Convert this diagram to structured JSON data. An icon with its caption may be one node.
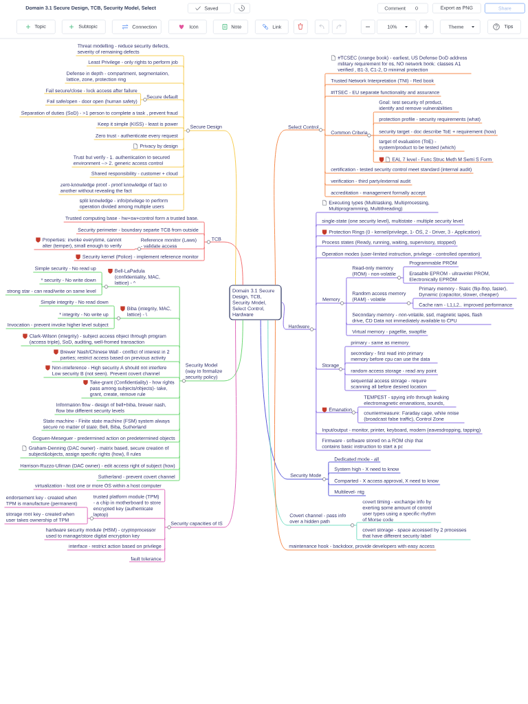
{
  "diagram": {
    "title": "Domain 3.1 Secure Design, TCB, Security Model, Select",
    "nodes": [
      {
        "text": [
          "Domain 3.1 Secure Design, TCB, Security Model, Select Control, Hardware"
        ]
      },
      {
        "text": [
          "Secure Design"
        ]
      },
      {
        "text": [
          "Threat modelling - reduce security defects, severity of remaining defects"
        ]
      },
      {
        "text": [
          "Least Privilege - only rights to perform job"
        ]
      },
      {
        "text": [
          "Defense in depth - compartment, segmentation, lattice, zone, protection ring"
        ]
      },
      {
        "text": [
          "Secure default"
        ]
      },
      {
        "text": [
          "Fail secure/close - lock access after failure"
        ]
      },
      {
        "text": [
          "Fail safe/open - door open (human safety)"
        ]
      },
      {
        "text": [
          "Separation of duties (SoD) - >1 person to complete a task , prevent fraud"
        ]
      },
      {
        "text": [
          "Keep it simple (KISS) - least is power"
        ]
      },
      {
        "text": [
          "Zero trust - authenticate every request"
        ]
      },
      {
        "text": [
          "Privacy by design"
        ]
      },
      {
        "text": [
          "Trust but verify - 1. authentication to secured environment --> 2. generic access control"
        ]
      },
      {
        "text": [
          "Shared responsibility - customer + cloud"
        ]
      },
      {
        "text": [
          "zero-knowledge proof - proof knowledge of fact to another without revealing the fact"
        ]
      },
      {
        "text": [
          "split knowledge - info/privilege to perform operation divided among multiple users"
        ]
      },
      {
        "text": [
          "TCB"
        ]
      },
      {
        "text": [
          "Trusted computing base - hw+sw+control form a trusted base."
        ]
      },
      {
        "text": [
          "Security perimeter - boundary separte TCB from outside"
        ]
      },
      {
        "text": [
          "Reference monitor (Laws) - validate access"
        ]
      },
      {
        "text": [
          "Properties: invoke everytime, cannot alter (temper), small enough to verify"
        ]
      },
      {
        "text": [
          "Security kernel (Police) - implement reference monitor"
        ]
      },
      {
        "text": [
          "Security Model (way to formalize security policy)"
        ]
      },
      {
        "text": [
          "Bell-LaPadula (confidentiality, MAC, lattice) - ^"
        ]
      },
      {
        "text": [
          "Simple security - No read up"
        ]
      },
      {
        "text": [
          "* security - No write down"
        ]
      },
      {
        "text": [
          "strong star - can read/write on same level"
        ]
      },
      {
        "text": [
          "Biba (integrity, MAC, lattice) - \\"
        ]
      },
      {
        "text": [
          "Simple integrity - No read down"
        ]
      },
      {
        "text": [
          "* integrity - No write up"
        ]
      },
      {
        "text": [
          "Invocation - prevent invoke higher level subject"
        ]
      },
      {
        "text": [
          "Clark-Wilson (integrity) - subject access object through program (access triple), SoD, auditing, well-fromed transaction"
        ]
      },
      {
        "text": [
          "Brewer Nash/Chinese Wall - conflict of interest in 2 parties; restrict access based on previous activity"
        ]
      },
      {
        "text": [
          "Non-inteference - High security A should not interfere Low security B (not seen). Prevent covert channel"
        ]
      },
      {
        "text": [
          "Take-grant (Confidentiality) - how rights pass among subjects/objects)- take, grant, create, remove rule"
        ]
      },
      {
        "text": [
          "Information flow - design of bell+biba, brewer nash, flow btw different security levels"
        ]
      },
      {
        "text": [
          "State machine - Finite state machine (FSM) system always secure no matter of state; Bell, Biba, Sutherland"
        ]
      },
      {
        "text": [
          "Goguen-Meseguer - predermined action on predetermined objects"
        ]
      },
      {
        "text": [
          "Graham-Denning (DAC owner) - matrix based, secure creation of subject&objects, assign specific rights (how), 8 rules"
        ]
      },
      {
        "text": [
          "Harrison-Ruzzo-Ullman (DAC owner) - edit access right of subject (how)"
        ]
      },
      {
        "text": [
          "Sutherland - prevent covert channel"
        ]
      },
      {
        "text": [
          "Security capacities of IS"
        ]
      },
      {
        "text": [
          "virtualization - host one or more OS within a host computer"
        ]
      },
      {
        "text": [
          "trusted platform module (TPM) - a chip in motherboard to store encrypted key (authenticate laptop)"
        ]
      },
      {
        "text": [
          "endorsement key - created when TPM is manufacture (permanent)"
        ]
      },
      {
        "text": [
          "storage root key - created when user takes ownership of TPM"
        ]
      },
      {
        "text": [
          "hardware security module (HSM) - cryptoprocessor used to manage/store digital encryption key"
        ]
      },
      {
        "text": [
          "interface - restrict action based on privilege"
        ]
      },
      {
        "text": [
          "fault tolerance"
        ]
      },
      {
        "text": [
          "Select Control"
        ]
      },
      {
        "text": [
          "#TCSEC (orange book) - earliest, US Defense DoD address military requirement for os, NO network book: classes A1 verified , B1-3, C1-2, D minimal protection"
        ]
      },
      {
        "text": [
          "Trusted Network Interpretation (TNI) - Red book"
        ]
      },
      {
        "text": [
          "#ITSEC - EU separate functionality and assurance"
        ]
      },
      {
        "text": [
          "Common Criteria"
        ]
      },
      {
        "text": [
          "Goal: test security of product, identify and remove vulnerabilities"
        ]
      },
      {
        "text": [
          "protection profile - security requirements (what)"
        ]
      },
      {
        "text": [
          "security target - doc describe ToE + requirement (how)"
        ]
      },
      {
        "text": [
          "target of evaluation (ToE) - system/product to be tested (which)"
        ]
      },
      {
        "text": [
          "EAL 7 level - Func Struc Meth M Semi S Form"
        ]
      },
      {
        "text": [
          "certification - tested security control meet standard (internal audit)"
        ]
      },
      {
        "text": [
          "verification - third party/external audit"
        ]
      },
      {
        "text": [
          "accreditation - management formally accept"
        ]
      },
      {
        "text": [
          "Hardware"
        ]
      },
      {
        "text": [
          "Executing types (Multitasking, Multiprocessing, Multiprogramming, Multithreading)"
        ]
      },
      {
        "text": [
          "single-state (one security level), multistate - multiple security level"
        ]
      },
      {
        "text": [
          "Protection Rings (0 - kernel/privilege, 1- OS, 2 - Driver, 3 - Application)"
        ]
      },
      {
        "text": [
          "Process states (Ready, running, waiting, supervisory, stopped)"
        ]
      },
      {
        "text": [
          "Operation modes (user-limited instruction, privilege - controlled operation)"
        ]
      },
      {
        "text": [
          "Memory"
        ]
      },
      {
        "text": [
          "Read-only memory (ROM) - non-volatile"
        ]
      },
      {
        "text": [
          "Programmable PROM"
        ]
      },
      {
        "text": [
          "Erasable EPROM - ultraviolet PROM, Electronically EPROM"
        ]
      },
      {
        "text": [
          "Random access memory (RAM) - volatile"
        ]
      },
      {
        "text": [
          "Primary memory - Static (flip-flop, faster), Dynamic (capacitor, slower, cheaper)"
        ]
      },
      {
        "text": [
          "Cache ram - L1,L2.. improved performance"
        ]
      },
      {
        "text": [
          "Secondary memory - non-volatile, ssd, magnetic tapes, flash drive, CD Data not immediately available to CPU"
        ]
      },
      {
        "text": [
          "Virtual memory - pagefile, swapfile"
        ]
      },
      {
        "text": [
          "Storage"
        ]
      },
      {
        "text": [
          "primary - same as memory"
        ]
      },
      {
        "text": [
          "secondary - first read into primary memory before cpu can use the data"
        ]
      },
      {
        "text": [
          "random access storage - read any point"
        ]
      },
      {
        "text": [
          "sequential access storage - require scanning all before desired location"
        ]
      },
      {
        "text": [
          "Emanation"
        ]
      },
      {
        "text": [
          "TEMPEST - spying info through leaking electromagnetic emanations, sounds,"
        ]
      },
      {
        "text": [
          "countermeasure: Faraday cage, white noise (broadcast false traffic), Control Zone"
        ]
      },
      {
        "text": [
          "Input/output - monitor, printer, keyboard, modem (eavesdropping, tapping)"
        ]
      },
      {
        "text": [
          "Firmware - software stored on a ROM chip that contains basic instruction to start a pc"
        ]
      },
      {
        "text": [
          "Security Mode"
        ]
      },
      {
        "text": [
          "Dedicated mode - all"
        ]
      },
      {
        "text": [
          "System high - X need to know"
        ]
      },
      {
        "text": [
          "Comparted - X access approval, X need to know"
        ]
      },
      {
        "text": [
          "Multilevel- ntg"
        ]
      },
      {
        "text": [
          "Covert channel - pass info over a hidden path"
        ]
      },
      {
        "text": [
          "covert timing - exchange info by exerting some amount of control user types using a specific rhythm of Morse code"
        ]
      },
      {
        "text": [
          "covert storage - space accessed by 2 processes that have different security label"
        ]
      },
      {
        "text": [
          "maintenance hook - backdoor, provide developers with easy access"
        ]
      }
    ],
    "edges": [
      {
        "from": 0,
        "to": 1,
        "arrow": "none",
        "color": "#f6c945"
      },
      {
        "from": 1,
        "to": 2,
        "arrow": "none",
        "color": "#f6c945"
      },
      {
        "from": 1,
        "to": 3,
        "arrow": "none",
        "color": "#f6c945"
      },
      {
        "from": 1,
        "to": 4,
        "arrow": "none",
        "color": "#f6c945"
      },
      {
        "from": 1,
        "to": 5,
        "arrow": "none",
        "color": "#f6c945"
      },
      {
        "from": 5,
        "to": 6,
        "arrow": "none",
        "color": "#f6c945"
      },
      {
        "from": 5,
        "to": 7,
        "arrow": "none",
        "color": "#f6c945"
      },
      {
        "from": 1,
        "to": 8,
        "arrow": "none",
        "color": "#f6c945"
      },
      {
        "from": 1,
        "to": 9,
        "arrow": "none",
        "color": "#f6c945"
      },
      {
        "from": 1,
        "to": 10,
        "arrow": "none",
        "color": "#f6c945"
      },
      {
        "from": 1,
        "to": 11,
        "arrow": "none",
        "color": "#f6c945"
      },
      {
        "from": 1,
        "to": 12,
        "arrow": "none",
        "color": "#f6c945"
      },
      {
        "from": 1,
        "to": 13,
        "arrow": "none",
        "color": "#f6c945"
      },
      {
        "from": 1,
        "to": 14,
        "arrow": "none",
        "color": "#f6c945"
      },
      {
        "from": 1,
        "to": 15,
        "arrow": "none",
        "color": "#f6c945"
      },
      {
        "from": 0,
        "to": 16,
        "arrow": "none",
        "color": "#f26464"
      },
      {
        "from": 16,
        "to": 17,
        "arrow": "none",
        "color": "#f26464"
      },
      {
        "from": 16,
        "to": 18,
        "arrow": "none",
        "color": "#f26464"
      },
      {
        "from": 16,
        "to": 19,
        "arrow": "none",
        "color": "#f26464"
      },
      {
        "from": 19,
        "to": 20,
        "arrow": "none",
        "color": "#f26464"
      },
      {
        "from": 16,
        "to": 21,
        "arrow": "none",
        "color": "#f26464"
      },
      {
        "from": 0,
        "to": 22,
        "arrow": "none",
        "color": "#5fd466"
      },
      {
        "from": 22,
        "to": 23,
        "arrow": "none",
        "color": "#5fd466"
      },
      {
        "from": 23,
        "to": 24,
        "arrow": "none",
        "color": "#5fd466"
      },
      {
        "from": 23,
        "to": 25,
        "arrow": "none",
        "color": "#5fd466"
      },
      {
        "from": 23,
        "to": 26,
        "arrow": "none",
        "color": "#5fd466"
      },
      {
        "from": 22,
        "to": 27,
        "arrow": "none",
        "color": "#5fd466"
      },
      {
        "from": 27,
        "to": 28,
        "arrow": "none",
        "color": "#5fd466"
      },
      {
        "from": 27,
        "to": 29,
        "arrow": "none",
        "color": "#5fd466"
      },
      {
        "from": 27,
        "to": 30,
        "arrow": "none",
        "color": "#5fd466"
      },
      {
        "from": 22,
        "to": 31,
        "arrow": "none",
        "color": "#5fd466"
      },
      {
        "from": 22,
        "to": 32,
        "arrow": "none",
        "color": "#5fd466"
      },
      {
        "from": 22,
        "to": 33,
        "arrow": "none",
        "color": "#5fd466"
      },
      {
        "from": 22,
        "to": 34,
        "arrow": "none",
        "color": "#5fd466"
      },
      {
        "from": 22,
        "to": 35,
        "arrow": "none",
        "color": "#5fd466"
      },
      {
        "from": 22,
        "to": 36,
        "arrow": "none",
        "color": "#5fd466"
      },
      {
        "from": 22,
        "to": 37,
        "arrow": "none",
        "color": "#5fd466"
      },
      {
        "from": 22,
        "to": 38,
        "arrow": "none",
        "color": "#5fd466"
      },
      {
        "from": 22,
        "to": 39,
        "arrow": "none",
        "color": "#5fd466"
      },
      {
        "from": 22,
        "to": 40,
        "arrow": "none",
        "color": "#5fd466"
      },
      {
        "from": 0,
        "to": 41,
        "arrow": "none",
        "color": "#dd5cb4"
      },
      {
        "from": 41,
        "to": 42,
        "arrow": "none",
        "color": "#dd5cb4"
      },
      {
        "from": 41,
        "to": 43,
        "arrow": "none",
        "color": "#dd5cb4"
      },
      {
        "from": 43,
        "to": 44,
        "arrow": "none",
        "color": "#dd5cb4"
      },
      {
        "from": 43,
        "to": 45,
        "arrow": "none",
        "color": "#dd5cb4"
      },
      {
        "from": 41,
        "to": 46,
        "arrow": "none",
        "color": "#dd5cb4"
      },
      {
        "from": 41,
        "to": 47,
        "arrow": "none",
        "color": "#dd5cb4"
      },
      {
        "from": 41,
        "to": 48,
        "arrow": "none",
        "color": "#dd5cb4"
      },
      {
        "from": 0,
        "to": 49,
        "arrow": "none",
        "color": "#f4823f"
      },
      {
        "from": 49,
        "to": 50,
        "arrow": "none",
        "color": "#f4823f"
      },
      {
        "from": 49,
        "to": 51,
        "arrow": "none",
        "color": "#f4823f"
      },
      {
        "from": 49,
        "to": 52,
        "arrow": "none",
        "color": "#f4823f"
      },
      {
        "from": 49,
        "to": 53,
        "arrow": "none",
        "color": "#f4823f"
      },
      {
        "from": 53,
        "to": 54,
        "arrow": "none",
        "color": "#f4823f"
      },
      {
        "from": 53,
        "to": 55,
        "arrow": "none",
        "color": "#f4823f"
      },
      {
        "from": 53,
        "to": 56,
        "arrow": "none",
        "color": "#f4823f"
      },
      {
        "from": 53,
        "to": 57,
        "arrow": "none",
        "color": "#f4823f"
      },
      {
        "from": 53,
        "to": 58,
        "arrow": "none",
        "color": "#f4823f"
      },
      {
        "from": 49,
        "to": 59,
        "arrow": "none",
        "color": "#f4823f"
      },
      {
        "from": 49,
        "to": 60,
        "arrow": "none",
        "color": "#f4823f"
      },
      {
        "from": 49,
        "to": 61,
        "arrow": "none",
        "color": "#f4823f"
      },
      {
        "from": 0,
        "to": 62,
        "arrow": "none"
      },
      {
        "from": 62,
        "to": 63,
        "arrow": "none"
      },
      {
        "from": 62,
        "to": 64,
        "arrow": "none"
      },
      {
        "from": 62,
        "to": 65,
        "arrow": "none"
      },
      {
        "from": 62,
        "to": 66,
        "arrow": "none"
      },
      {
        "from": 62,
        "to": 67,
        "arrow": "none"
      },
      {
        "from": 62,
        "to": 68,
        "arrow": "none"
      },
      {
        "from": 68,
        "to": 69,
        "arrow": "none"
      },
      {
        "from": 69,
        "to": 70,
        "arrow": "none"
      },
      {
        "from": 69,
        "to": 71,
        "arrow": "none"
      },
      {
        "from": 68,
        "to": 72,
        "arrow": "none"
      },
      {
        "from": 72,
        "to": 73,
        "arrow": "none"
      },
      {
        "from": 72,
        "to": 74,
        "arrow": "none"
      },
      {
        "from": 68,
        "to": 75,
        "arrow": "none"
      },
      {
        "from": 68,
        "to": 76,
        "arrow": "none"
      },
      {
        "from": 62,
        "to": 77,
        "arrow": "none"
      },
      {
        "from": 77,
        "to": 78,
        "arrow": "none"
      },
      {
        "from": 77,
        "to": 79,
        "arrow": "none"
      },
      {
        "from": 77,
        "to": 80,
        "arrow": "none"
      },
      {
        "from": 77,
        "to": 81,
        "arrow": "none"
      },
      {
        "from": 62,
        "to": 82,
        "arrow": "none"
      },
      {
        "from": 82,
        "to": 83,
        "arrow": "none"
      },
      {
        "from": 82,
        "to": 84,
        "arrow": "none"
      },
      {
        "from": 62,
        "to": 85,
        "arrow": "none"
      },
      {
        "from": 62,
        "to": 86,
        "arrow": "none"
      },
      {
        "from": 0,
        "to": 87,
        "arrow": "none",
        "color": "#4a4ad6"
      },
      {
        "from": 87,
        "to": 88,
        "arrow": "none",
        "color": "#4a4ad6"
      },
      {
        "from": 87,
        "to": 89,
        "arrow": "none",
        "color": "#4a4ad6"
      },
      {
        "from": 87,
        "to": 90,
        "arrow": "none",
        "color": "#4a4ad6"
      },
      {
        "from": 87,
        "to": 91,
        "arrow": "none",
        "color": "#4a4ad6"
      },
      {
        "from": 0,
        "to": 92,
        "arrow": "none",
        "color": "#6ddcc0"
      },
      {
        "from": 92,
        "to": 93,
        "arrow": "none",
        "color": "#6ddcc0"
      },
      {
        "from": 92,
        "to": 94,
        "arrow": "none",
        "color": "#6ddcc0"
      },
      {
        "from": 0,
        "to": 95,
        "arrow": "none",
        "color": "#f4823f"
      }
    ],
    "labels": [
      "Saved",
      "Comment",
      "0",
      "Export as PNG",
      "Share",
      "Topic",
      "Subtopic",
      "Connection",
      "Icon",
      "Note",
      "Link",
      "10%",
      "Theme",
      "Tips"
    ]
  }
}
